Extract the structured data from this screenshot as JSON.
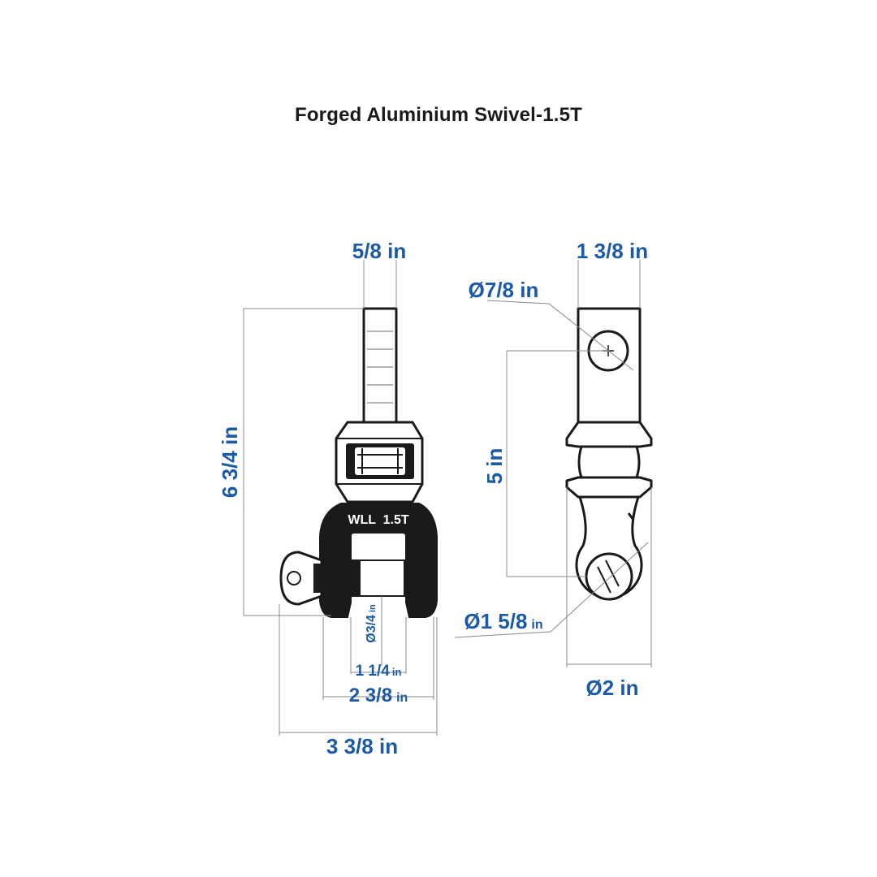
{
  "title": "Forged Aluminium Swivel-1.5T",
  "front_view": {
    "marking": "WLL  1.5T",
    "dims": {
      "shaft_width": "5/8 in",
      "overall_height": "6 3/4 in",
      "pin_diameter": "Ø3/4",
      "pin_diameter_unit": "in",
      "jaw_opening": "1 1/4",
      "jaw_opening_unit": "in",
      "jaw_outer": "2 3/8",
      "jaw_outer_unit": "in",
      "overall_width": "3 3/8 in"
    }
  },
  "side_view": {
    "dims": {
      "top_width": "1 3/8 in",
      "hole_diameter": "Ø7/8 in",
      "center_distance": "5 in",
      "eye_hole_diameter": "Ø1 5/8",
      "eye_hole_unit": "in",
      "eye_outer_diameter": "Ø2 in"
    }
  }
}
